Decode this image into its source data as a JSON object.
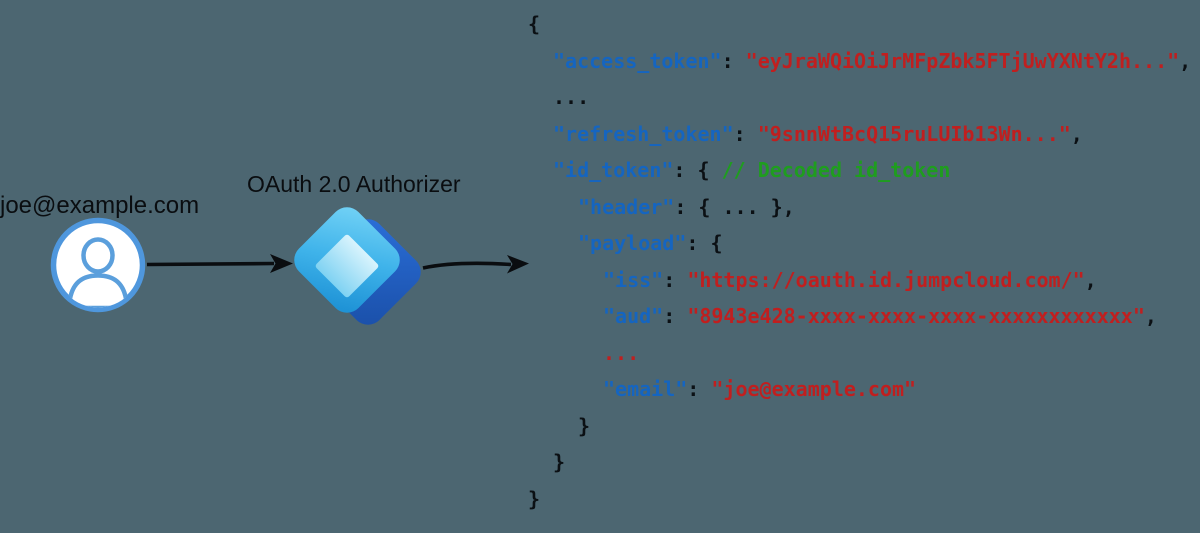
{
  "colors": {
    "background": "#4c6671",
    "label_text": "#0a0d10",
    "key": "#1565c0",
    "value": "#c01f1f",
    "comment": "#1f9d1f",
    "punct": "#0b1014",
    "arrow": "#0a0d10",
    "circle_stroke": "#4f97dd",
    "person_stroke": "#5b9fdc",
    "diamond_back_dark": "#1a4fa8",
    "diamond_back_light": "#2b6fd9",
    "diamond_front_light": "#6fd0f5",
    "diamond_front_mid": "#3fb3ea",
    "diamond_front_dark": "#1f93d6",
    "diamond_inner_light": "#d9f4fd",
    "diamond_inner_dark": "#7fd2f2"
  },
  "diagram": {
    "user_label": "joe@example.com",
    "user_icon": "person-in-circle",
    "authorizer_label": "OAuth 2.0 Authorizer",
    "authorizer_icon": "blue-diamond-logo",
    "arrows": [
      "user-to-authorizer",
      "authorizer-to-token"
    ]
  },
  "code": {
    "lines": [
      {
        "indent": 0,
        "tokens": [
          {
            "t": "{",
            "c": "punct"
          }
        ]
      },
      {
        "indent": 1,
        "tokens": [
          {
            "t": "\"access_token\"",
            "c": "key"
          },
          {
            "t": ": ",
            "c": "punct"
          },
          {
            "t": "\"eyJraWQiOiJrMFpZbk5FTjUwYXNtY2h...\"",
            "c": "value"
          },
          {
            "t": ",",
            "c": "punct"
          }
        ]
      },
      {
        "indent": 1,
        "tokens": [
          {
            "t": "...",
            "c": "punct"
          }
        ]
      },
      {
        "indent": 1,
        "tokens": [
          {
            "t": "\"refresh_token\"",
            "c": "key"
          },
          {
            "t": ": ",
            "c": "punct"
          },
          {
            "t": "\"9snnWtBcQ15ruLUIb13Wn...\"",
            "c": "value"
          },
          {
            "t": ",",
            "c": "punct"
          }
        ]
      },
      {
        "indent": 1,
        "tokens": [
          {
            "t": "\"id_token\"",
            "c": "key"
          },
          {
            "t": ": { ",
            "c": "punct"
          },
          {
            "t": "// Decoded id_token",
            "c": "comment"
          }
        ]
      },
      {
        "indent": 2,
        "tokens": [
          {
            "t": "\"header\"",
            "c": "key"
          },
          {
            "t": ": { ... },",
            "c": "punct"
          }
        ]
      },
      {
        "indent": 2,
        "tokens": [
          {
            "t": "\"payload\"",
            "c": "key"
          },
          {
            "t": ": {",
            "c": "punct"
          }
        ]
      },
      {
        "indent": 3,
        "tokens": [
          {
            "t": "\"iss\"",
            "c": "key"
          },
          {
            "t": ": ",
            "c": "punct"
          },
          {
            "t": "\"https://oauth.id.jumpcloud.com/\"",
            "c": "value"
          },
          {
            "t": ",",
            "c": "punct"
          }
        ]
      },
      {
        "indent": 3,
        "tokens": [
          {
            "t": "\"aud\"",
            "c": "key"
          },
          {
            "t": ": ",
            "c": "punct"
          },
          {
            "t": "\"8943e428-xxxx-xxxx-xxxx-xxxxxxxxxxxx\"",
            "c": "value"
          },
          {
            "t": ",",
            "c": "punct"
          }
        ]
      },
      {
        "indent": 3,
        "tokens": [
          {
            "t": "...",
            "c": "value"
          }
        ]
      },
      {
        "indent": 3,
        "tokens": [
          {
            "t": "\"email\"",
            "c": "key"
          },
          {
            "t": ": ",
            "c": "punct"
          },
          {
            "t": "\"joe@example.com\"",
            "c": "value"
          }
        ]
      },
      {
        "indent": 2,
        "tokens": [
          {
            "t": "}",
            "c": "punct"
          }
        ]
      },
      {
        "indent": 1,
        "tokens": [
          {
            "t": "}",
            "c": "punct"
          }
        ]
      },
      {
        "indent": 0,
        "tokens": [
          {
            "t": "}",
            "c": "punct"
          }
        ]
      }
    ]
  }
}
